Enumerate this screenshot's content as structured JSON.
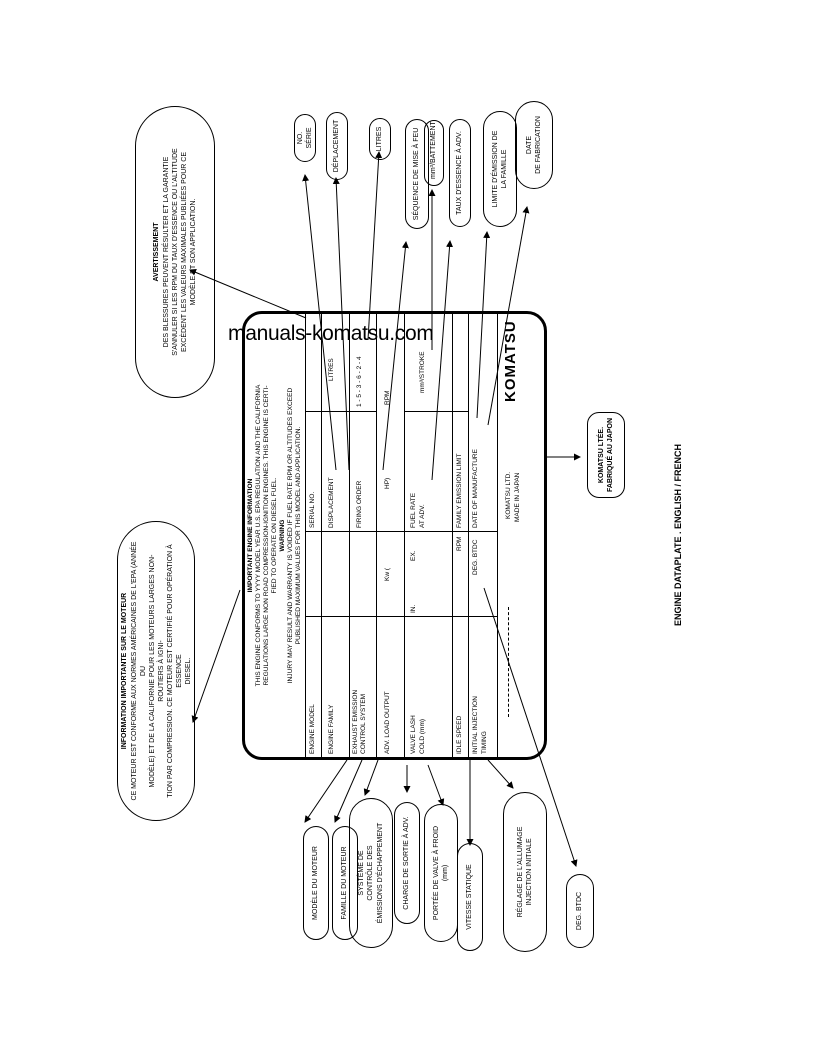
{
  "watermark": "manuals-komatsu.com",
  "caption": "ENGINE DATAPLATE . ENGLISH / FRENCH",
  "plate": {
    "statement": [
      "IMPORTANT ENGINE INFORMATION",
      "THIS ENGINE CONFORMS TO YYYY MODEL YEAR U.S. EPA REGULATION AND THE CALIFORNIA",
      "REGULATIONS LARGE NON ROAD COMPRESSION-IGNITION ENGINES. THIS ENGINE IS CERTI-",
      "FIED TO OPERATE ON DIESEL FUEL.",
      "WARNING",
      "INJURY MAY RESULT AND WARRANTY IS VOIDED IF FUEL RATE RPM OR ALTITUDES EXCEED",
      "PUBLISHED MAXIMUM VALUES FOR THIS MODEL AND APPLICATION."
    ],
    "engine_model": "ENGINE MODEL",
    "serial_no": "SERIAL NO.",
    "engine_family": "ENGINE FAMILY",
    "displacement": "DISPLACEMENT",
    "litres": "LITRES",
    "exhaust_1": "EXHAUST EMISSION",
    "exhaust_2": "CONTROL SYSTEM",
    "firing_order": "FIRING ORDER",
    "firing_seq": "1 - 5 - 3 - 6 - 2 - 4",
    "adv_load": "ADV. LOAD OUTPUT",
    "kw": "Kw (",
    "hp": "HP)",
    "rpm1": "RPM",
    "valve_1": "VALVE LASH",
    "valve_2": "COLD (mm)",
    "in": "IN.",
    "ex": "EX.",
    "fuel_1": "FUEL RATE",
    "fuel_2": "AT ADV.",
    "mm3": "mm³/STROKE",
    "idle": "IDLE SPEED",
    "rpm2": "RPM",
    "fel": "FAMILY EMISSION LIMIT",
    "init_1": "INITIAL INJECTION",
    "init_2": "TIMING",
    "deg": "DEG. BTDC",
    "date": "DATE OF MANUFACTURE",
    "maker_1": "KOMATSU LTD.",
    "maker_2": "MADE IN JAPAN",
    "logo": "KOMATSU"
  },
  "callouts": {
    "no_serie": "NO. SÉRIE",
    "deplacement": "DÉPLACEMENT",
    "litres": "LITRES",
    "sequence": "SÉQUENCE DE MISE À FEU",
    "battement": "mm³/BATTEMENT",
    "taux": "TAUX D'ESSENCE À ADV.",
    "limite_1": "LIMITE D'ÉMISSION DE",
    "limite_2": "LA FAMILLE",
    "date_1": "DATE",
    "date_2": "DE FABRICATION",
    "modele": "MODÈLE DU MOTEUR",
    "famille": "FAMILLE DU MOTEUR",
    "systeme_1": "SYSTÈME DE",
    "systeme_2": "CONTRÔLE DES",
    "systeme_3": "ÉMISSIONS D'ÉCHAPPEMENT",
    "charge": "CHARGE DE SORTIE À ADV.",
    "portee_1": "PORTÉE DE VALVE À FROID",
    "portee_2": "(mm)",
    "vitesse": "VITESSE STATIQUE",
    "reglage_1": "RÉGLAGE DE L'ALLUMAGE",
    "reglage_2": "INJECTION INITIALE",
    "deg_btdc": "DEG. BTDC",
    "mfr_1": "KOMATSU LTÉE.",
    "mfr_2": "FABRIQUÉ AU JAPON"
  },
  "french_warning": {
    "title": "AVERTISSEMENT",
    "lines": [
      "DES BLESSURES PEUVENT RÉSULTER ET LA GARANTIE",
      "S'ANNULER SI LES RPM DU TAUX D'ESSENCE OU L'ALTITUDE",
      "EXCÈDENT LES VALEURS MAXIMALES PUBLIÉES POUR CE",
      "MODÈLE ET SON APPLICATION."
    ]
  },
  "french_info": {
    "title": "INFORMATION IMPORTANTE SUR LE MOTEUR",
    "lines": [
      "CE MOTEUR EST CONFORME AUX NORMES AMÉRICAINES DE L'EPA (ANNÉE DU",
      "MODÈLE) ET DE LA CALIFORNIE POUR LES MOTEURS LARGES NON-ROUTIERS À IGNI-",
      "TION PAR COMPRESSION. CE MOTEUR EST CERTIFIÉ POUR OPÉRATION À ESSENCE",
      "DIESEL."
    ]
  }
}
